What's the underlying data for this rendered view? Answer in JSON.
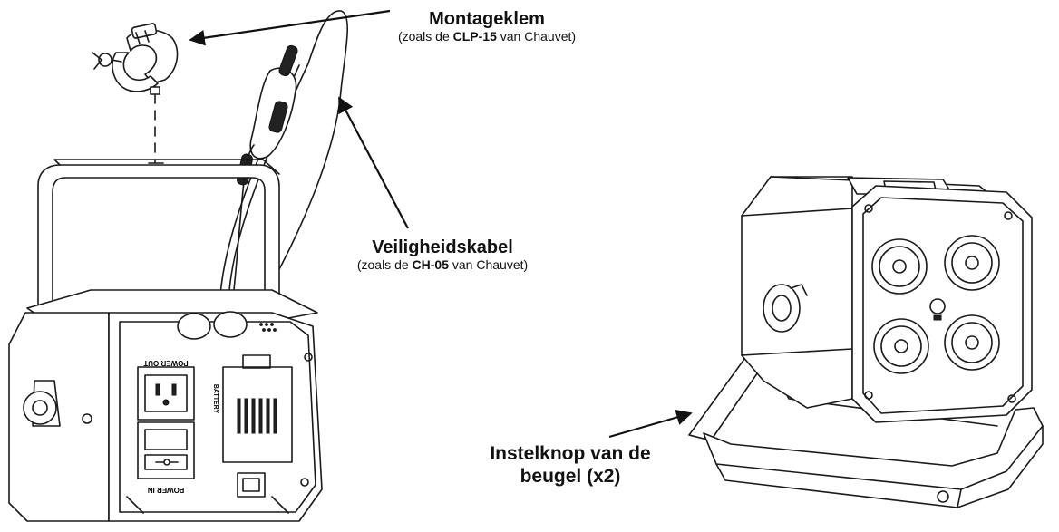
{
  "callouts": {
    "clamp": {
      "title": "Montageklem",
      "sub_before": "(zoals de ",
      "sub_bold": "CLP-15",
      "sub_after": " van Chauvet)"
    },
    "cable": {
      "title": "Veiligheidskabel",
      "sub_before": "(zoals de ",
      "sub_bold": "CH-05",
      "sub_after": " van Chauvet)"
    },
    "knob": {
      "line1": "Instelknop van de",
      "line2": "beugel (x2)"
    }
  },
  "fixture_labels": {
    "power_out": "POWER OUT",
    "power_in": "POWER IN",
    "battery": "BATTERY"
  }
}
